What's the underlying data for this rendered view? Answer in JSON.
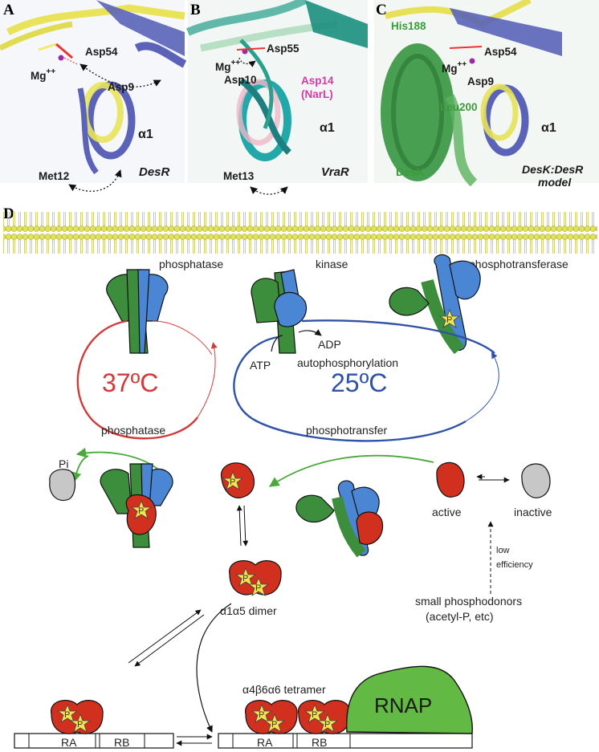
{
  "colors": {
    "membrane": "#d9d94a",
    "kinase_green": "#3c8d3c",
    "kinase_blue": "#4a86d4",
    "regulator_red": "#d2301f",
    "phospho_star": "#f2e453",
    "inactive_gray": "#c7c7c7",
    "rnap_green": "#62b943",
    "cycle_red": "#d23a3a",
    "cycle_blue": "#2f52a6",
    "arrow_green": "#4aa83c",
    "pink_label": "#d33aa6",
    "green_label": "#3b9b3b"
  },
  "panels": {
    "A": {
      "letter": "A",
      "labels": {
        "asp54": "Asp54",
        "mg": "Mg",
        "mg_sup": "++",
        "asp9": "Asp9",
        "alpha1": "α1",
        "met12": "Met12",
        "name": "DesR"
      }
    },
    "B": {
      "letter": "B",
      "labels": {
        "asp55": "Asp55",
        "mg": "Mg",
        "mg_sup": "++",
        "asp10": "Asp10",
        "asp14": "Asp14",
        "narl": "(NarL)",
        "alpha1": "α1",
        "met13": "Met13",
        "name": "VraR"
      }
    },
    "C": {
      "letter": "C",
      "labels": {
        "his188": "His188",
        "mg": "Mg",
        "mg_sup": "++",
        "asp54": "Asp54",
        "asp9": "Asp9",
        "leu200": "Leu200",
        "alpha1": "α1",
        "desk": "DesK",
        "name1": "DesK:DesR",
        "name2": "model"
      }
    },
    "D": {
      "letter": "D",
      "states": {
        "phosphatase": "phosphatase",
        "kinase": "kinase",
        "phosphotransferase": "phosphotransferase"
      },
      "cycle": {
        "temp_hot": "37ºC",
        "temp_cold": "25ºC",
        "atp": "ATP",
        "adp": "ADP",
        "autophosphorylation": "autophosphorylation",
        "phosphatase_arc": "phosphatase",
        "phosphotransfer_arc": "phosphotransfer"
      },
      "pi": "Pi",
      "phospho_mark": "P",
      "active": "active",
      "inactive": "inactive",
      "low_efficiency_1": "low",
      "low_efficiency_2": "efficiency",
      "small_donors_1": "small phosphodonors",
      "small_donors_2": "(acetyl-P, etc)",
      "dimer": "α1α5 dimer",
      "tetramer": "α4β6α6 tetramer",
      "rnap": "RNAP",
      "ra": "RA",
      "rb": "RB"
    }
  }
}
